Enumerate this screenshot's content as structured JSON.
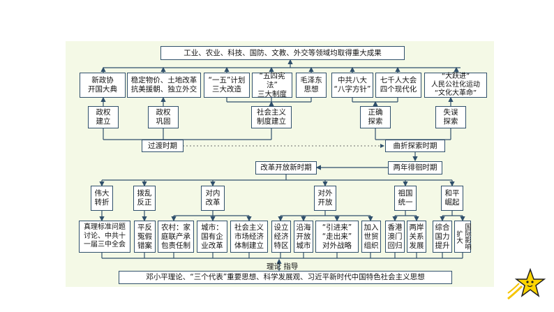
{
  "top": "工业、农业、科技、国防、文教、外交等领域均取得重大成果",
  "row1": [
    "新政协\n开国大典",
    "稳定物价、土地改革\n抗美援朝、独立外交",
    "“一五”计划\n三大改造",
    "“五四宪法”\n三大制度",
    "毛泽东\n思想",
    "中共八大\n“八字方针”",
    "七千人大会\n四个现代化",
    "“大跃进”\n人民公社化运动\n“文化大革命”"
  ],
  "row2": [
    "政权\n建立",
    "政权\n巩固",
    "社会主义\n制度建立",
    "正确\n探索",
    "失误\n探索"
  ],
  "transition": "过渡时期",
  "tortuous": "曲折探索时期",
  "reform": "改革开放新时期",
  "hesitation": "两年徘徊时期",
  "row3": [
    "伟大\n转折",
    "拨乱\n反正",
    "对内\n改革",
    "对外\n开放",
    "祖国\n统一",
    "和平\n崛起"
  ],
  "row4_wide": [
    "真理标准问题\n讨论、中共十\n一届三中全会",
    "平反\n冤假\n错案",
    "农村：家\n庭联产承\n包责任制",
    "城市：\n国有企\n业改革",
    "社会主义\n市场经济\n体制建立",
    "设立\n经济\n特区",
    "沿海\n开放\n城市",
    "“引进来”\n“走出来”\n对外战略",
    "加入\n世贸\n组织",
    "香港\n澳门\n回归",
    "两岸\n关系\n发展",
    "综合\n国力\n提升"
  ],
  "row4_vertical": "国际影响扩大",
  "guide_label": "理论  指导",
  "bottom": "邓小平理论、“三个代表”重要思想、科学发展观、习近平新时代中国特色社会主义思想",
  "colors": {
    "panel": "#f4f9e6",
    "border": "#2f4f6b",
    "line": "#2f4f6b",
    "dotted": "#6a6a6a"
  }
}
